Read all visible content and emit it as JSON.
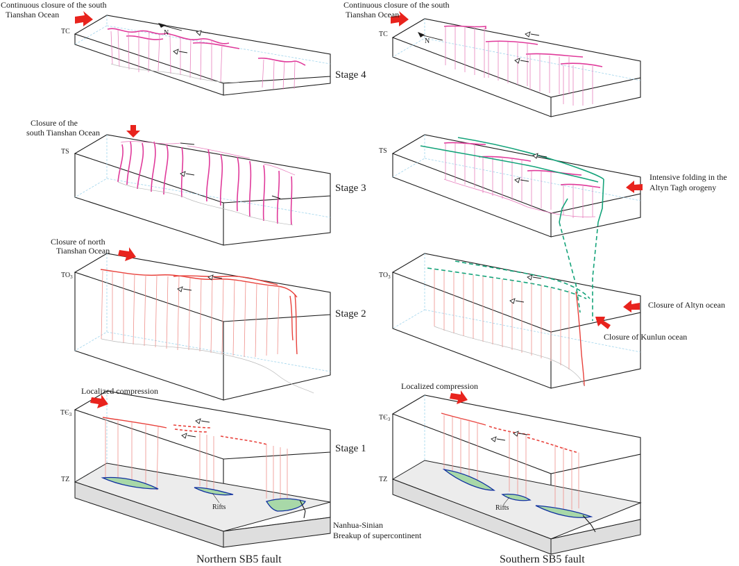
{
  "columns": {
    "left": "Northern SB5 fault",
    "right": "Southern SB5 fault"
  },
  "stages": {
    "s4": "Stage 4",
    "s3": "Stage 3",
    "s2": "Stage 2",
    "s1": "Stage 1"
  },
  "events": {
    "left_s4_line1": "Continuous closure of the south",
    "left_s4_line2": "Tianshan Ocean",
    "right_s4_line1": "Continuous closure of the south",
    "right_s4_line2": "Tianshan Ocean",
    "left_s3_line1": "Closure of the",
    "left_s3_line2": "south Tianshan Ocean",
    "right_s3_line1": "Intensive folding in the",
    "right_s3_line2": "Altyn Tagh orogeny",
    "left_s2_line1": "Closure of north",
    "left_s2_line2": "Tianshan Ocean",
    "right_s2_altyn": "Closure of  Altyn ocean",
    "right_s2_kunlun": "Closure of Kunlun ocean",
    "left_s1": "Localized compression",
    "right_s1": "Localized compression",
    "rifts_left": "Rifts",
    "rifts_right": "Rifts",
    "base_line1": "Nanhua-Sinian",
    "base_line2": "Breakup of supercontinent"
  },
  "horizons": {
    "tc": "TC",
    "ts": "TS",
    "to": "TO",
    "to_sub": "3",
    "te": "TЄ",
    "te_sub": "3",
    "tz": "TZ"
  },
  "north_arrow": "N",
  "colors": {
    "stage4_faults": "#e0399a",
    "stage3_faults": "#e0399a",
    "stage2_faults": "#e8413b",
    "stage1_faults": "#e8413b",
    "altyn_folding": "#14a37a",
    "rift_fill": "#a8d8a8",
    "rift_outline": "#1030a0",
    "compression_arrow": "#e8231d"
  }
}
